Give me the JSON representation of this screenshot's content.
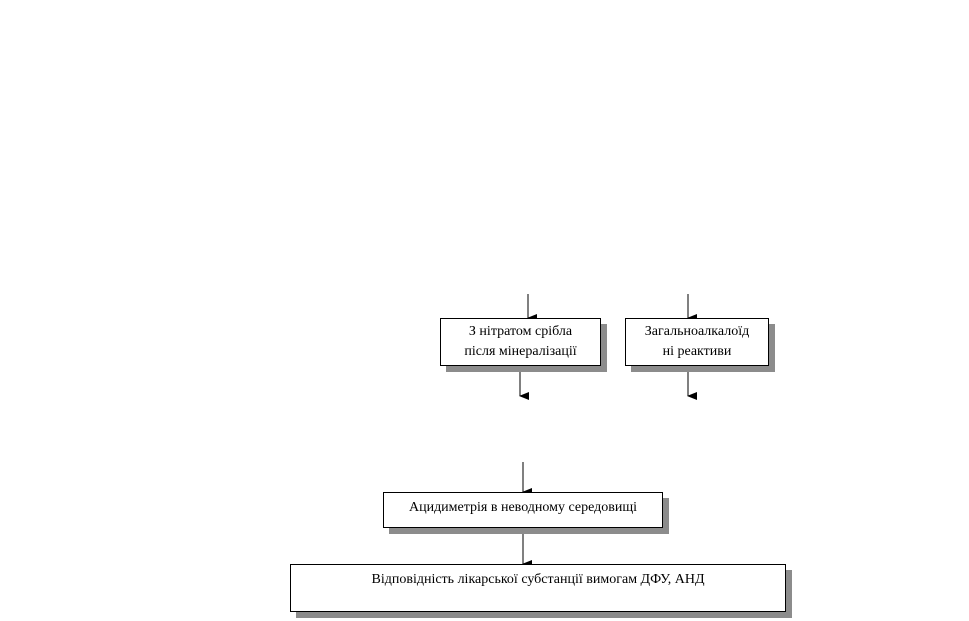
{
  "diagram": {
    "nodes": {
      "silver_nitrate": {
        "text": "З нітратом срібла\nпісля мінералізації"
      },
      "alkaloid_reagents": {
        "text": "Загальноалкалоїд\nні реактиви"
      },
      "acidimetry": {
        "text": "Ацидиметрія в неводному середовищі"
      },
      "compliance": {
        "text": "Відповідність лікарської субстанції вимогам ДФУ, АНД"
      }
    },
    "colors": {
      "line": "#000000",
      "shadow": "#8c8c8c",
      "box_fill": "#ffffff"
    }
  }
}
